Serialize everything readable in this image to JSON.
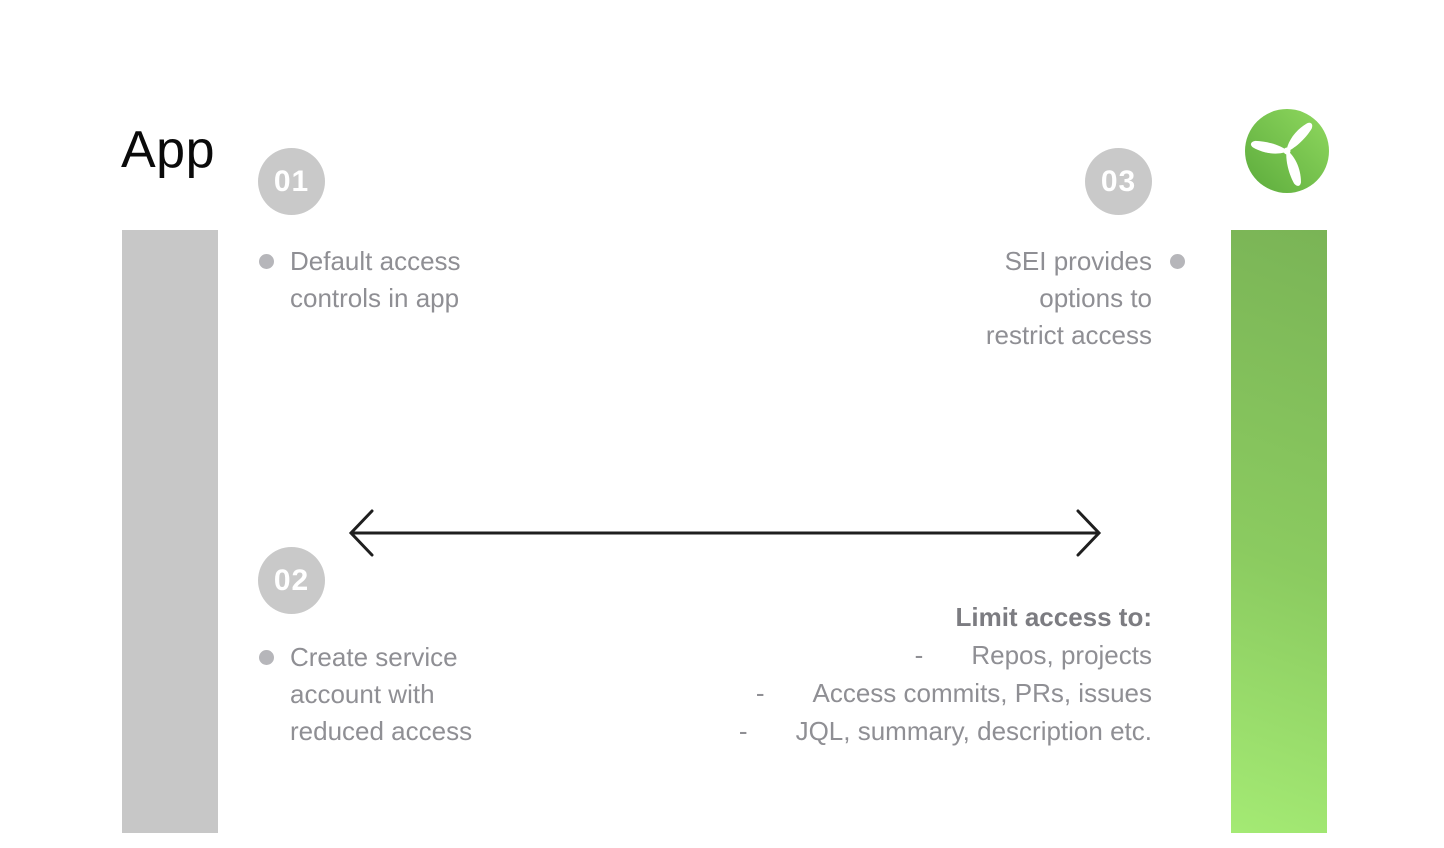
{
  "header": {
    "title": "App"
  },
  "logo": {
    "icon": "propeller-icon"
  },
  "steps": [
    {
      "number": "01",
      "lines": [
        "Default access",
        "controls in app"
      ]
    },
    {
      "number": "02",
      "lines": [
        "Create service",
        "account with",
        "reduced access"
      ]
    },
    {
      "number": "03",
      "lines": [
        "SEI provides",
        "options to",
        "restrict access"
      ]
    }
  ],
  "arrow": {
    "type": "two-way-horizontal"
  },
  "limit": {
    "heading": "Limit access to:",
    "dash": "-",
    "items": [
      "Repos, projects",
      "Access commits, PRs, issues",
      "JQL, summary, description etc."
    ]
  },
  "colors": {
    "title_black": "#0a0a0a",
    "gray_bar": "#c7c7c7",
    "green_bar_top": "#7ab456",
    "green_bar_bottom": "#a4ea74",
    "badge_bg": "#c9c9c9",
    "badge_text": "#ffffff",
    "body_text_gray": "#8f8f94",
    "heading_gray": "#7c7c81",
    "bullet_gray": "#b6b6ba",
    "arrow_black": "#1f1f1f",
    "logo_green_light": "#90d95f",
    "logo_green_dark": "#5cab3c"
  }
}
